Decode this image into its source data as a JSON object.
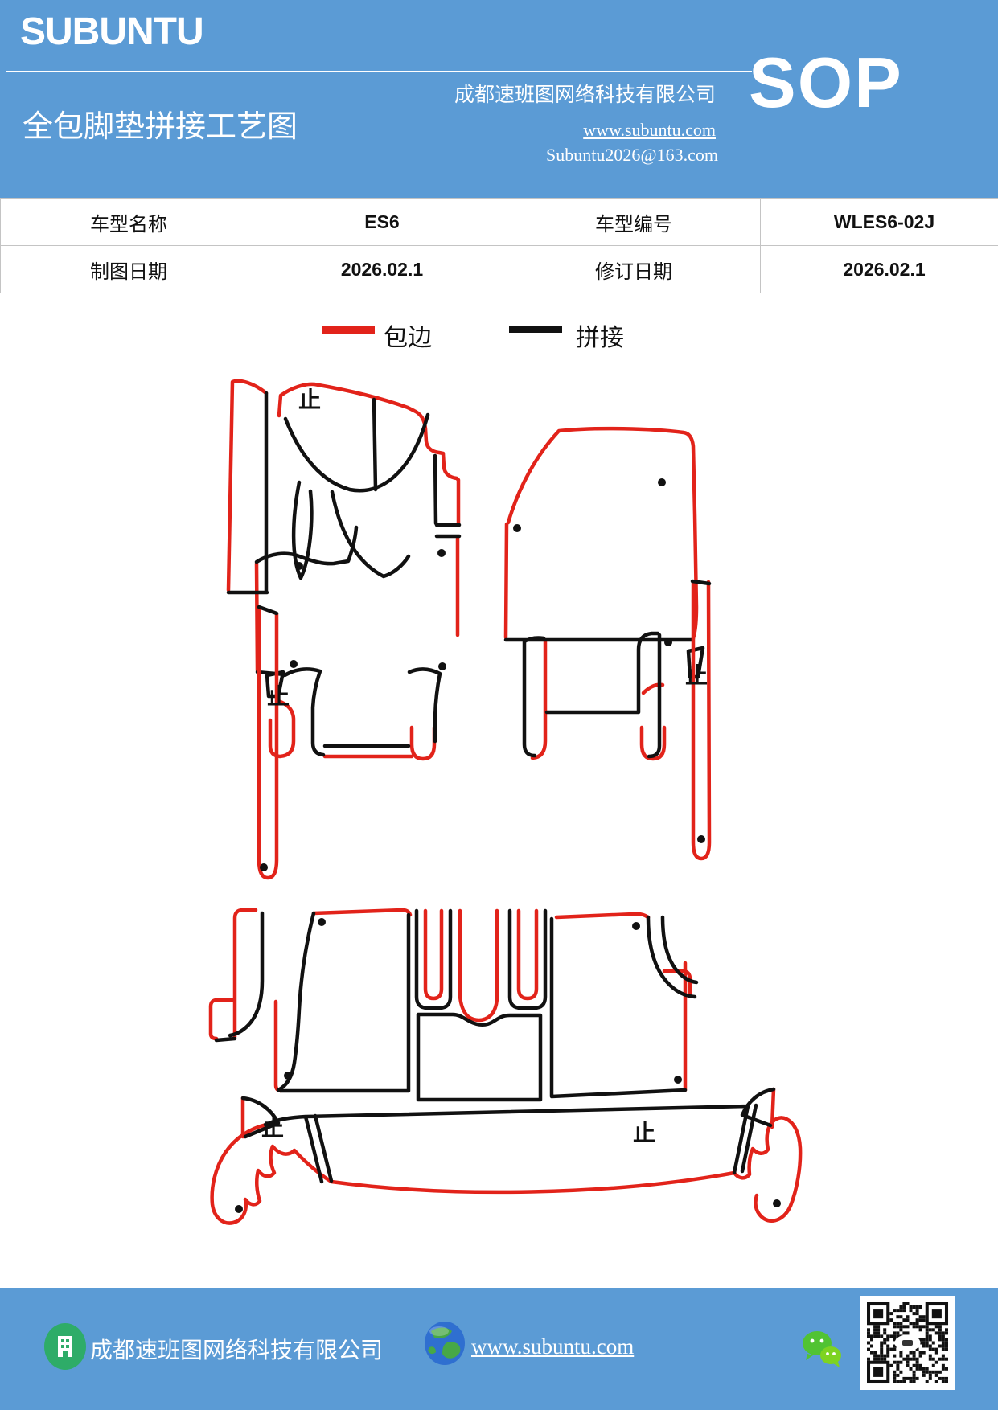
{
  "header": {
    "brand": "SUBUNTU",
    "company": "成都速班图网络科技有限公司",
    "badge": "SOP",
    "title": "全包脚垫拼接工艺图",
    "website": "www.subuntu.com",
    "email": "Subuntu2026@163.com"
  },
  "info_table": {
    "rows": [
      [
        "车型名称",
        "ES6",
        "车型编号",
        "WLES6-02J"
      ],
      [
        "制图日期",
        "2026.02.1",
        "修订日期",
        "2026.02.1"
      ]
    ]
  },
  "legend": {
    "items": [
      {
        "label": "包边",
        "color": "#e2231a"
      },
      {
        "label": "拼接",
        "color": "#111111"
      }
    ]
  },
  "diagram": {
    "stop_marks": [
      {
        "label": "止"
      },
      {
        "label": "止"
      },
      {
        "label": "止"
      },
      {
        "label": "止"
      },
      {
        "label": "止"
      }
    ]
  },
  "footer": {
    "company": "成都速班图网络科技有限公司",
    "website": "www.subuntu.com"
  },
  "colors": {
    "banner_blue": "#5b9bd5",
    "edge_red": "#e2231a",
    "seam_black": "#111111",
    "badge_green": "#2eac68",
    "wechat_green": "#51c332"
  }
}
